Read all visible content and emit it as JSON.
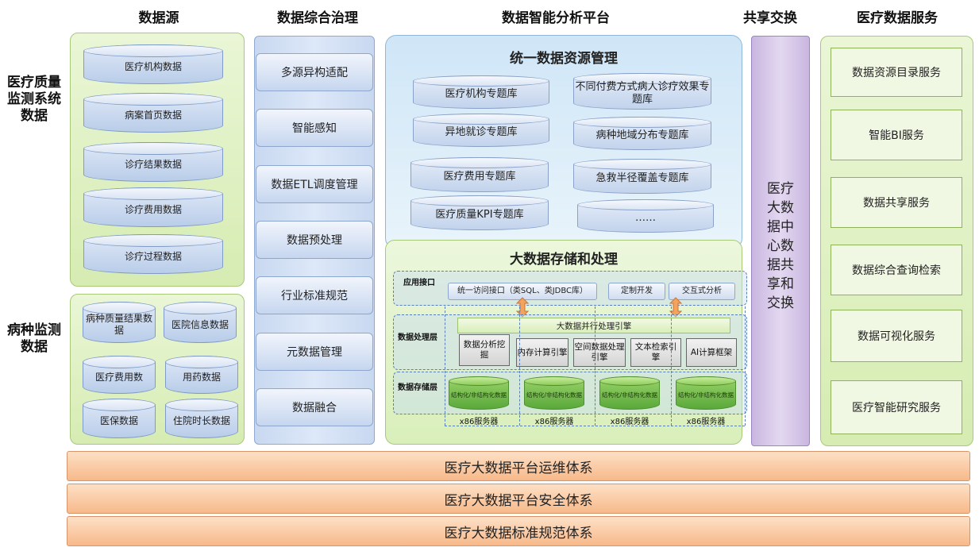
{
  "headers": {
    "col1": "数据源",
    "col2": "数据综合治理",
    "col3": "数据智能分析平台",
    "col4": "共享交换",
    "col5": "医疗数据服务"
  },
  "side_labels": {
    "quality": "医疗质量监测系统数据",
    "disease": "病种监测数据"
  },
  "sources_quality": [
    "医疗机构数据",
    "病案首页数据",
    "诊疗结果数据",
    "诊疗费用数据",
    "诊疗过程数据"
  ],
  "sources_disease": [
    "病种质量结果数据",
    "医院信息数据",
    "医疗费用数",
    "用药数据",
    "医保数据",
    "住院时长数据"
  ],
  "governance": [
    "多源异构适配",
    "智能感知",
    "数据ETL调度管理",
    "数据预处理",
    "行业标准规范",
    "元数据管理",
    "数据融合"
  ],
  "resource": {
    "title": "统一数据资源管理",
    "dbs": [
      "医疗机构专题库",
      "不同付费方式病人诊疗效果专题库",
      "异地就诊专题库",
      "病种地域分布专题库",
      "医疗费用专题库",
      "急救半径覆盖专题库",
      "医疗质量KPI专题库",
      "……"
    ]
  },
  "storage": {
    "title": "大数据存储和处理",
    "app_layer_label": "应用接口",
    "app_items": [
      "统一访问接口（类SQL、类JDBC库）",
      "定制开发",
      "交互式分析"
    ],
    "proc_layer_label": "数据处理层",
    "parallel_engine": "大数据并行处理引擎",
    "engines": [
      "数据分析挖掘",
      "内存计算引擎",
      "空间数据处理引擎",
      "文本检索引擎",
      "AI计算框架"
    ],
    "store_layer_label": "数据存储层",
    "store_cyl_label": "结构化/非结构化数据",
    "server_label": "x86服务器"
  },
  "share": "医疗大数据中心数据共享和交换",
  "services": [
    "数据资源目录服务",
    "智能BI服务",
    "数据共享服务",
    "数据综合查询检索",
    "数据可视化服务",
    "医疗智能研究服务"
  ],
  "bottom_bars": [
    "医疗大数据平台运维体系",
    "医疗大数据平台安全体系",
    "医疗大数据标准规范体系"
  ]
}
